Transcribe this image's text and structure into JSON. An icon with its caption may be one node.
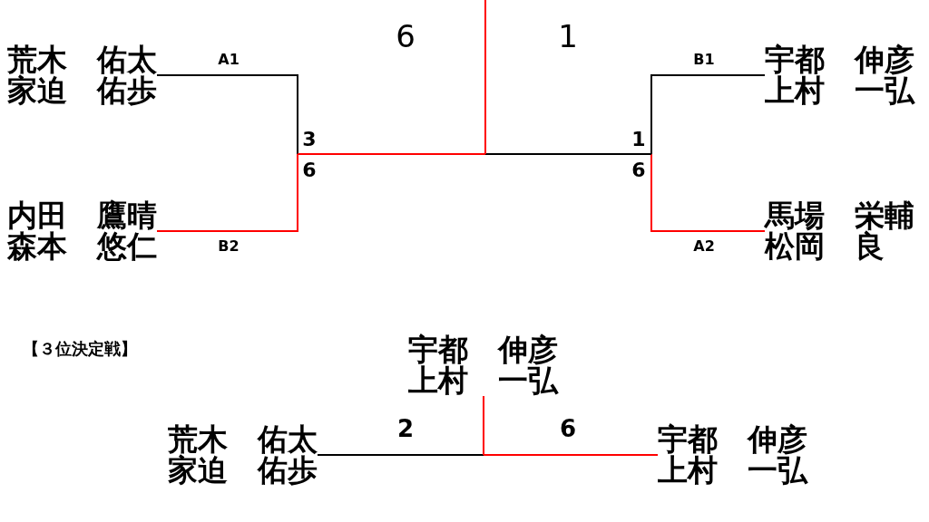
{
  "diagram": {
    "nodes": [
      {
        "text": [
          "荒木　佑太",
          "家迫　佑歩"
        ]
      },
      {
        "text": [
          "宇都　伸彦",
          "上村　一弘"
        ]
      },
      {
        "text": [
          "内田　鷹晴",
          "森本　悠仁"
        ]
      },
      {
        "text": [
          "馬場　栄輔",
          "松岡　良"
        ]
      },
      {
        "text": [
          "宇都　伸彦",
          "上村　一弘"
        ]
      },
      {
        "text": [
          "荒木　佑太",
          "家迫　佑歩"
        ]
      },
      {
        "text": [
          "宇都　伸彦",
          "上村　一弘"
        ]
      }
    ],
    "edges": [
      {
        "from": 0,
        "to": null,
        "arrow": "none",
        "label": "A1"
      },
      {
        "from": 2,
        "to": null,
        "arrow": "none",
        "label": "B2",
        "color": "#ff0000"
      },
      {
        "from": 1,
        "to": null,
        "arrow": "none",
        "label": "B1"
      },
      {
        "from": 3,
        "to": null,
        "arrow": "none",
        "label": "A2",
        "color": "#ff0000"
      },
      {
        "from": 5,
        "to": 4,
        "arrow": "none",
        "label": "2"
      },
      {
        "from": 6,
        "to": 4,
        "arrow": "none",
        "label": "6",
        "color": "#ff0000"
      }
    ],
    "labels": [
      "6",
      "1",
      "3",
      "1",
      "6",
      "6",
      "【３位決定戦】"
    ]
  }
}
